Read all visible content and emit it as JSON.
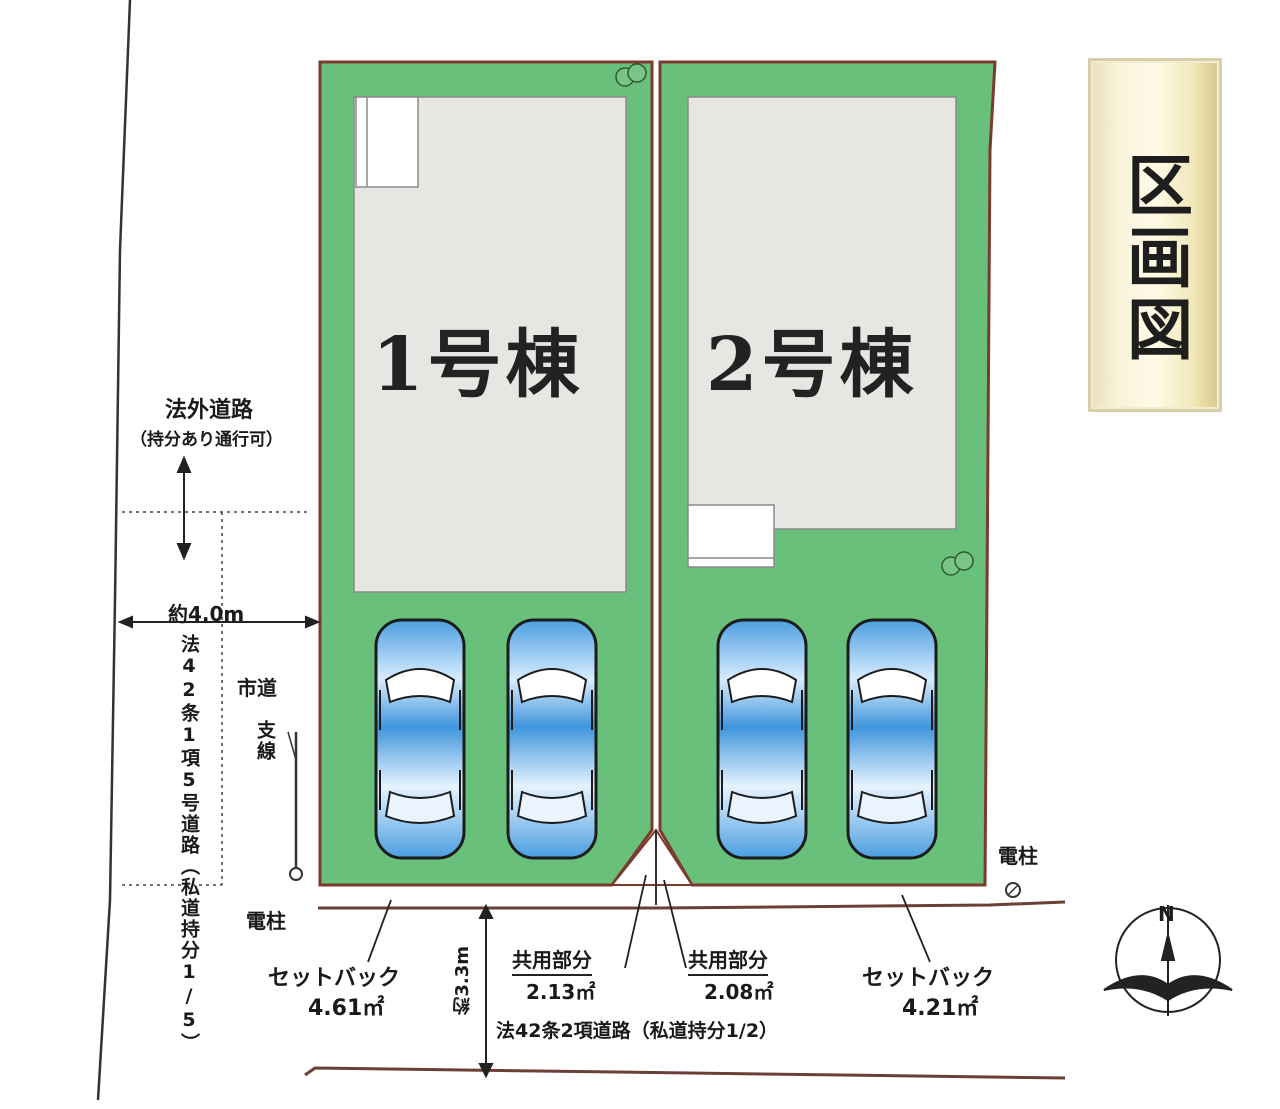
{
  "title": "区画図",
  "lots": [
    {
      "label": "1号棟",
      "parking_count": 2
    },
    {
      "label": "2号棟",
      "parking_count": 2
    }
  ],
  "roads": {
    "outside_law_road": "法外道路",
    "outside_law_road_note": "（持分あり通行可）",
    "left_road_width": "約4.0m",
    "left_road_type": "法42条1項5号道路（私道持分1/5）",
    "city_road": "市道",
    "bottom_road": "法42条2項道路（私道持分1/2）",
    "bottom_road_width": "約3.3m"
  },
  "annotations": {
    "guy_wire": "支線",
    "utility_pole_left": "電柱",
    "utility_pole_right": "電柱",
    "setback_left_label": "セットバック",
    "setback_left_area": "4.61㎡",
    "setback_right_label": "セットバック",
    "setback_right_area": "4.21㎡",
    "shared_left_label": "共用部分",
    "shared_left_area": "2.13㎡",
    "shared_right_label": "共用部分",
    "shared_right_area": "2.08㎡"
  },
  "compass": {
    "north": "N"
  },
  "colors": {
    "lot_green": "#69c07a",
    "building_gray": "#e6e6e2",
    "car_blue": "#5aa7e0",
    "boundary": "#7a3b2e"
  }
}
